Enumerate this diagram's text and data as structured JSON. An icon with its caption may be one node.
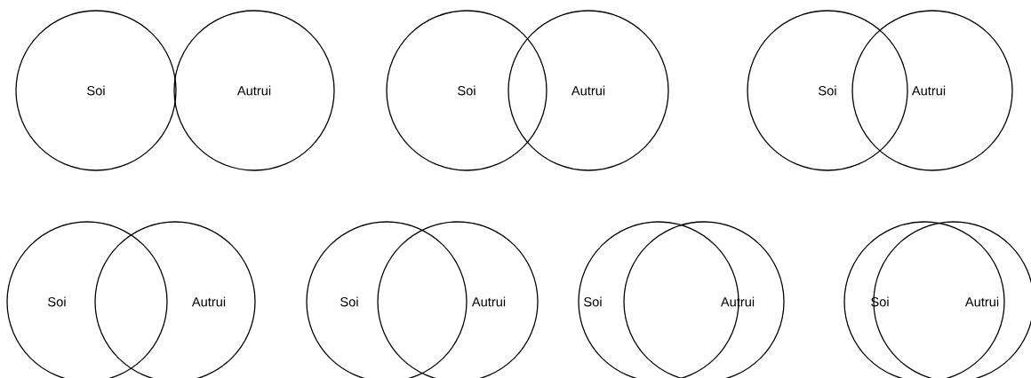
{
  "diagram": {
    "nodes": [
      {
        "text": [
          "Soi"
        ]
      },
      {
        "text": [
          "Autrui"
        ]
      },
      {
        "text": [
          "Soi"
        ]
      },
      {
        "text": [
          "Autrui"
        ]
      },
      {
        "text": [
          "Soi"
        ]
      },
      {
        "text": [
          "Autrui"
        ]
      },
      {
        "text": [
          "Soi"
        ]
      },
      {
        "text": [
          "Autrui"
        ]
      },
      {
        "text": [
          "Soi"
        ]
      },
      {
        "text": [
          "Autrui"
        ]
      },
      {
        "text": [
          "Soi"
        ]
      },
      {
        "text": [
          "Autrui"
        ]
      },
      {
        "text": [
          "Soi"
        ]
      },
      {
        "text": [
          "Autrui"
        ]
      }
    ]
  }
}
